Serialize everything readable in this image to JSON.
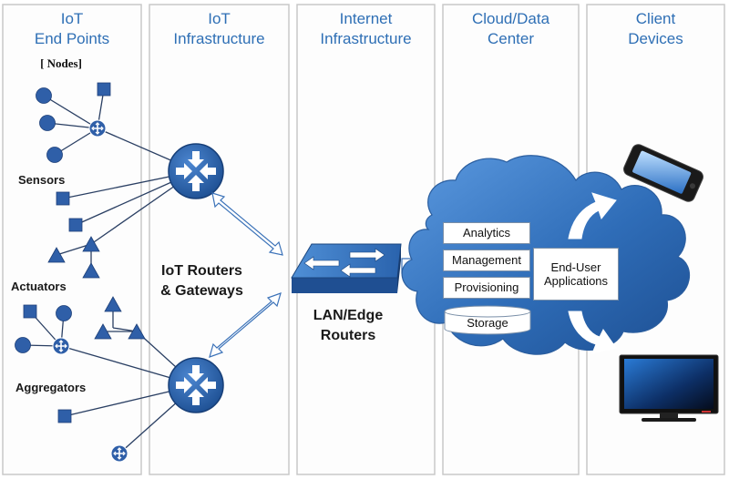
{
  "columns": [
    {
      "title_line1": "IoT",
      "title_line2": "End Points"
    },
    {
      "title_line1": "IoT",
      "title_line2": "Infrastructure"
    },
    {
      "title_line1": "Internet",
      "title_line2": "Infrastructure"
    },
    {
      "title_line1": "Cloud/Data",
      "title_line2": "Center"
    },
    {
      "title_line1": "Client",
      "title_line2": "Devices"
    }
  ],
  "nodes_label": "[ Nodes]",
  "labels": {
    "sensors": "Sensors",
    "actuators": "Actuators",
    "aggregators": "Aggregators",
    "iot_routers_line1": "IoT Routers",
    "iot_routers_line2": "& Gateways",
    "lan_line1": "LAN/Edge",
    "lan_line2": "Routers"
  },
  "cloud_services": [
    "Analytics",
    "Management",
    "Provisioning",
    "Storage"
  ],
  "end_user_apps_line1": "End-User",
  "end_user_apps_line2": "Applications",
  "colors": {
    "accent_blue": "#2e6fb5",
    "node_blue": "#2f5fa8",
    "column_border": "#c8c8c8",
    "cloud_blue": "#3a78c4"
  },
  "icons": [
    "router-icon",
    "switch-icon",
    "smartphone-icon",
    "monitor-icon"
  ]
}
